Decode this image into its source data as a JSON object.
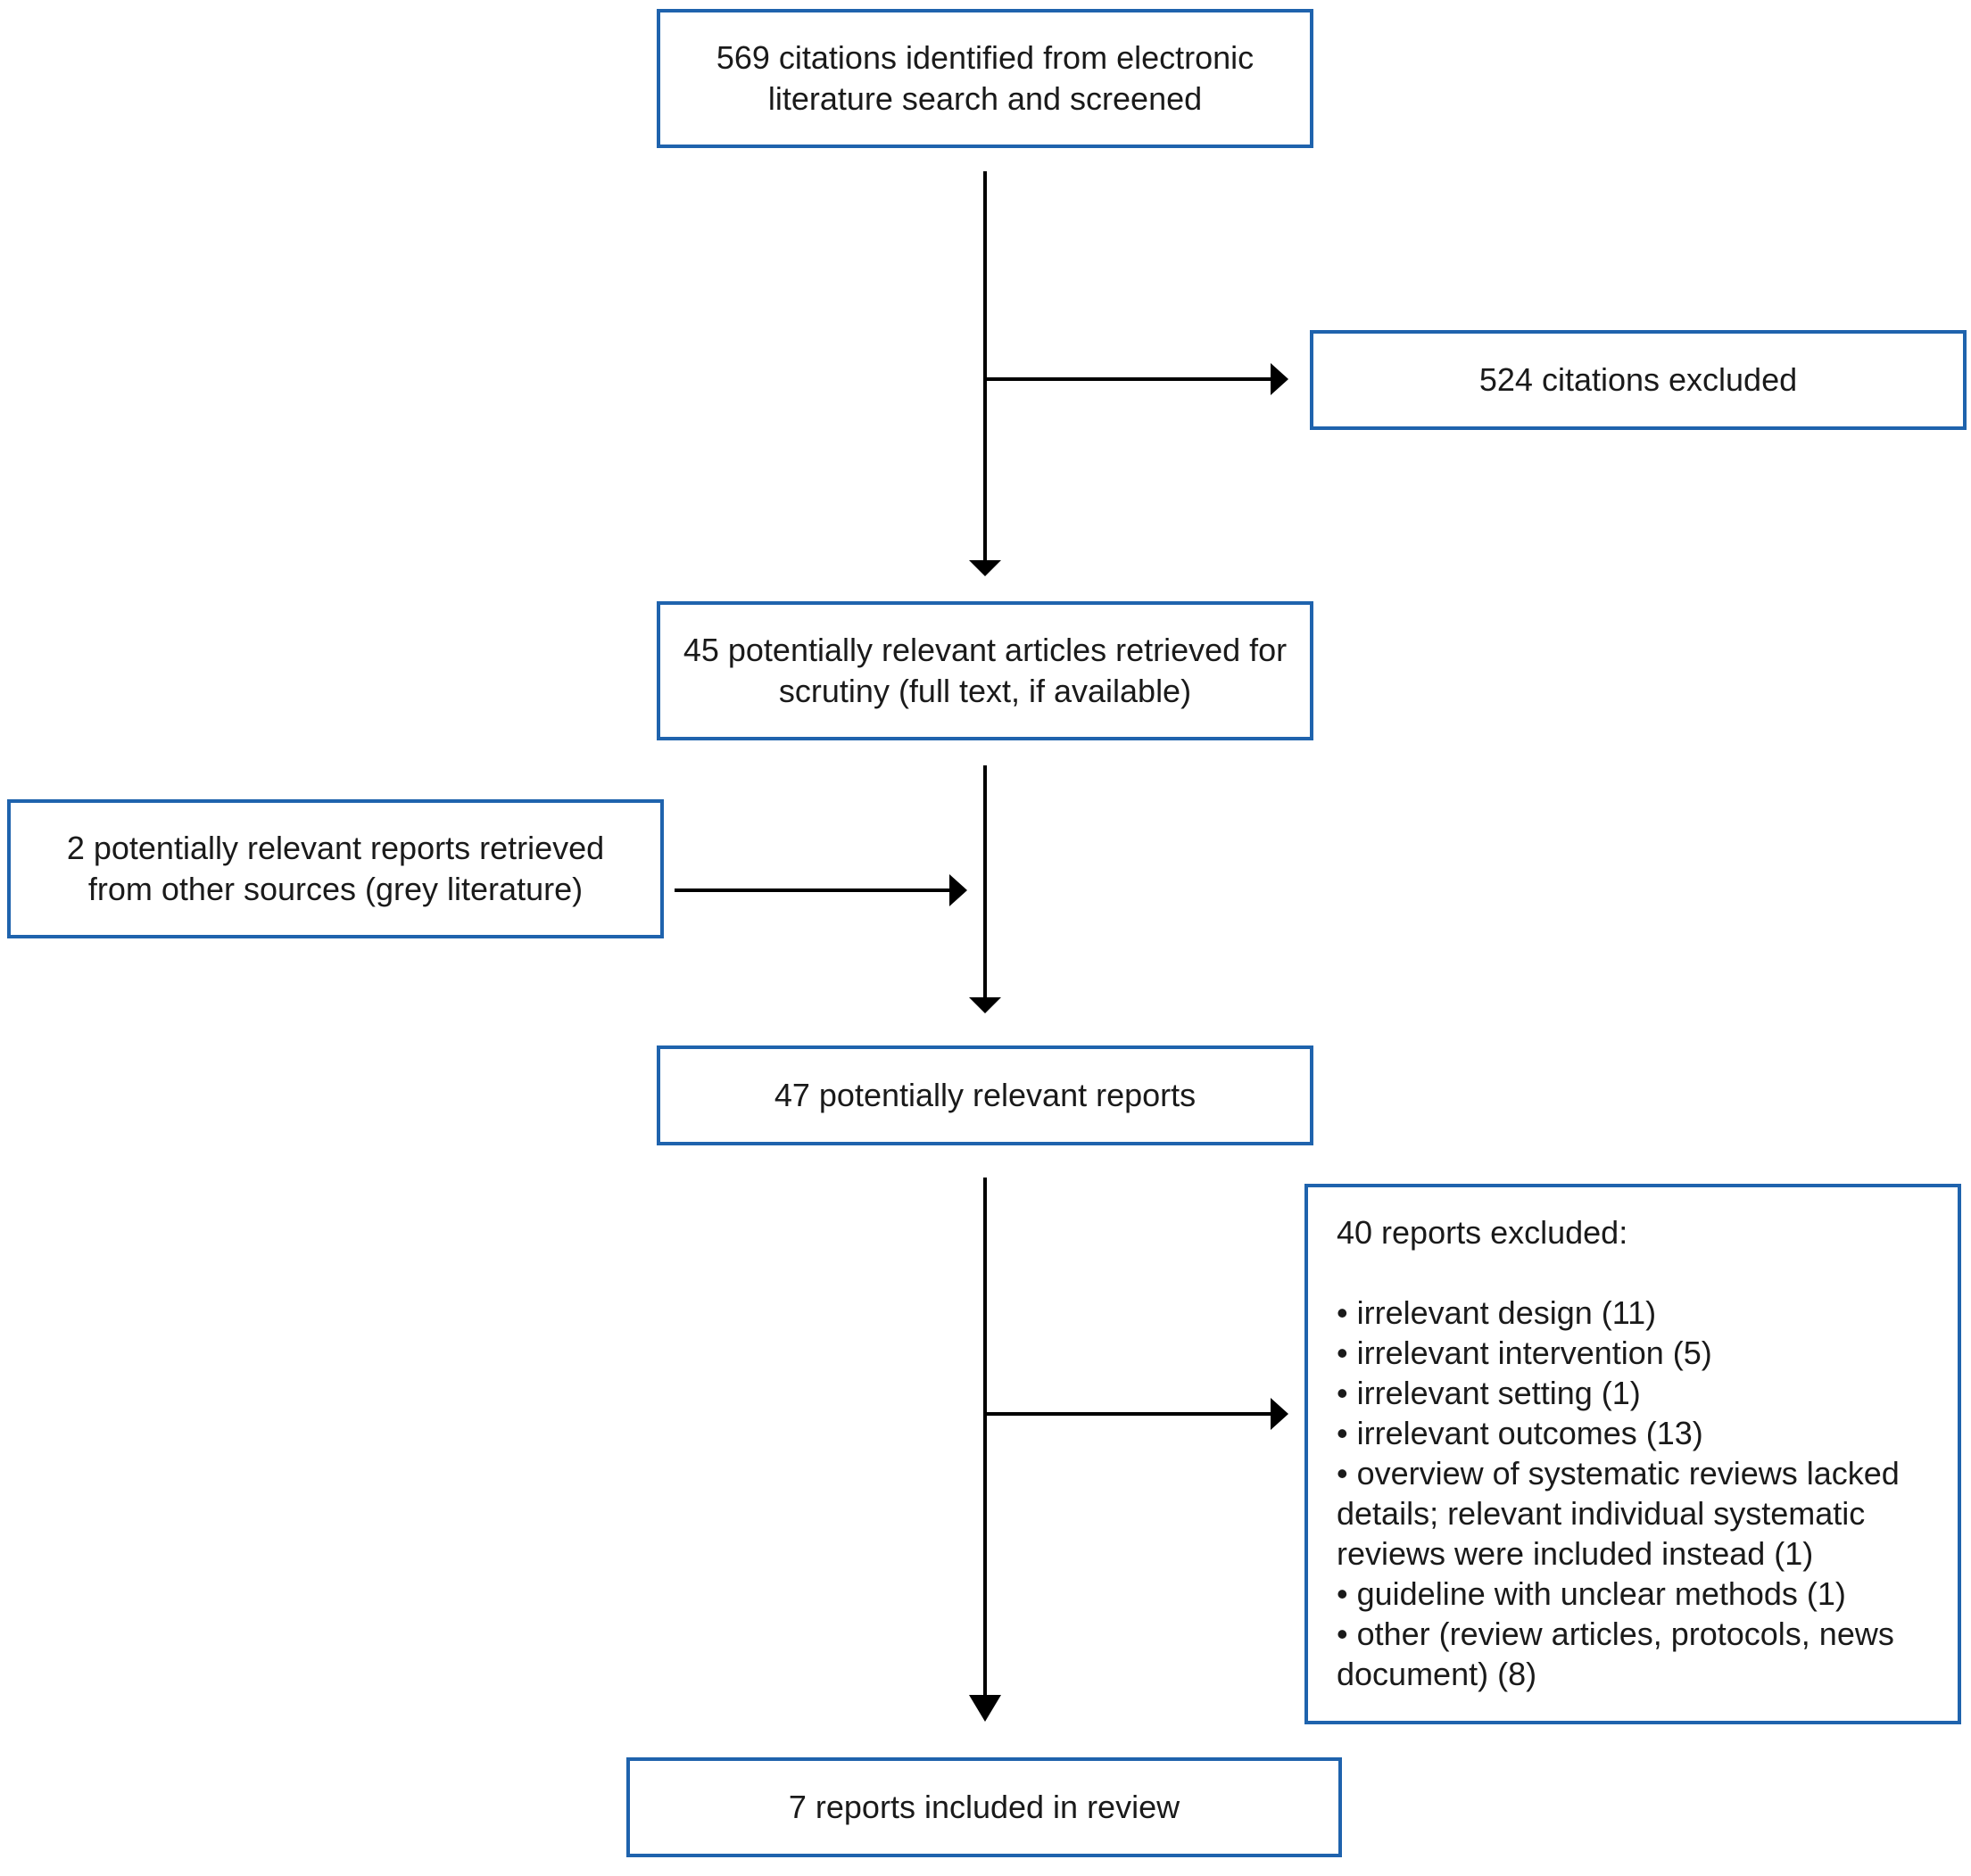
{
  "flow": {
    "identified": "569 citations identified from electronic literature search and screened",
    "excluded_citations": "524 citations excluded",
    "retrieved": "45 potentially relevant articles retrieved for scrutiny (full text, if available)",
    "other_sources": "2 potentially relevant reports retrieved from other sources (grey literature)",
    "potentially_relevant": "47 potentially relevant reports",
    "excluded_reports": {
      "heading": "40 reports excluded:",
      "reasons": [
        "irrelevant design (11)",
        "irrelevant intervention (5)",
        "irrelevant setting (1)",
        "irrelevant outcomes (13)",
        "overview of systematic reviews lacked details; relevant individual systematic reviews were included instead (1)",
        "guideline with unclear methods (1)",
        "other (review articles, protocols, news document) (8)"
      ]
    },
    "included": "7 reports included in review"
  },
  "colors": {
    "box_border": "#1f63ad",
    "arrow": "#000000",
    "text": "#1a1a1a"
  }
}
